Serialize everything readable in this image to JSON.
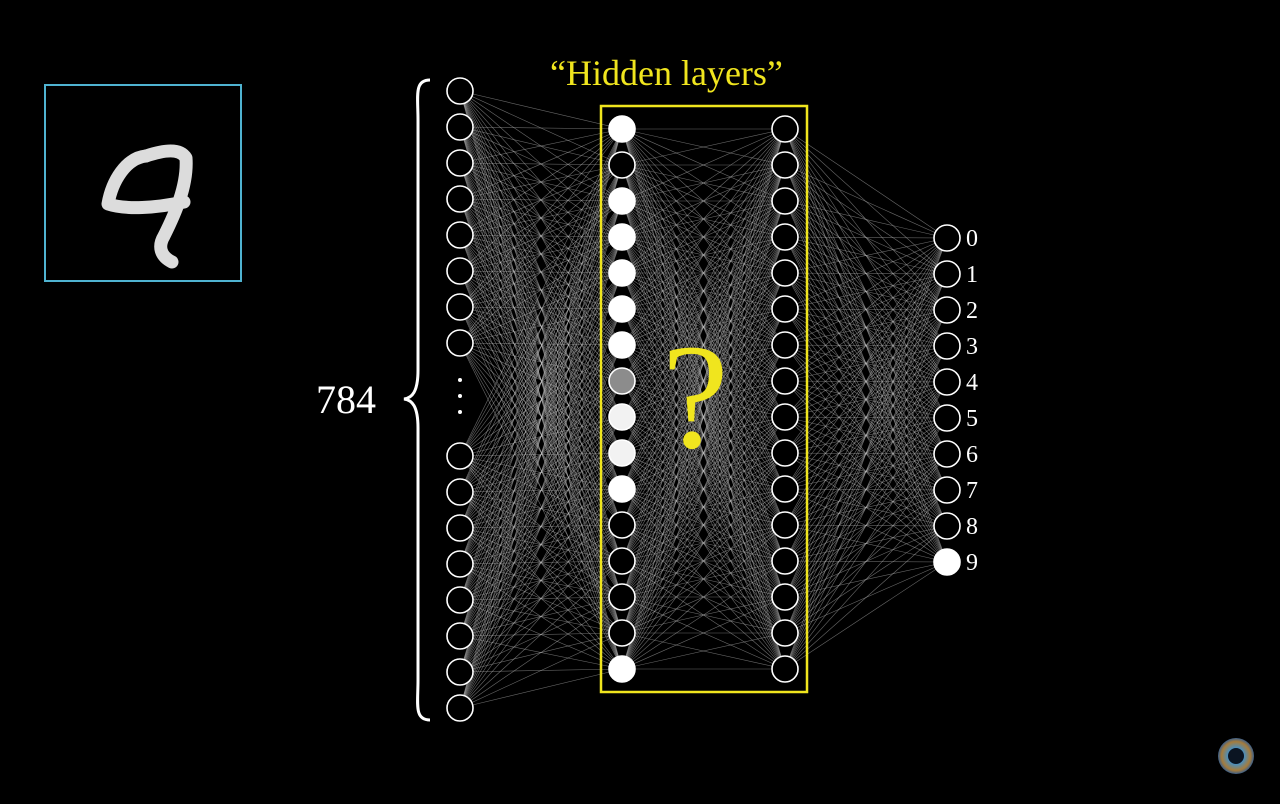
{
  "title": "“Hidden layers”",
  "input_count_label": "784",
  "question_mark": "?",
  "output_labels": [
    "0",
    "1",
    "2",
    "3",
    "4",
    "5",
    "6",
    "7",
    "8",
    "9"
  ],
  "hidden_layer_1_activations": [
    1.0,
    0.0,
    1.0,
    1.0,
    1.0,
    1.0,
    1.0,
    0.55,
    0.95,
    0.95,
    1.0,
    0.0,
    0.0,
    0.0,
    0.0,
    1.0
  ],
  "hidden_layer_2_activations": [
    0,
    0,
    0,
    0,
    0,
    0,
    0,
    0,
    0,
    0,
    0,
    0,
    0,
    0,
    0,
    0
  ],
  "output_activations": [
    0,
    0,
    0,
    0,
    0,
    0,
    0,
    0,
    0,
    1.0
  ],
  "colors": {
    "background": "#000000",
    "highlight": "#f0e51e",
    "input_frame": "#4fb3d1",
    "node_stroke": "#ffffff",
    "edge": "#bfbfbf"
  },
  "icons": {
    "input_digit": "handwritten-digit-9-image",
    "channel_logo": "3b1b-pi-eye-logo"
  }
}
